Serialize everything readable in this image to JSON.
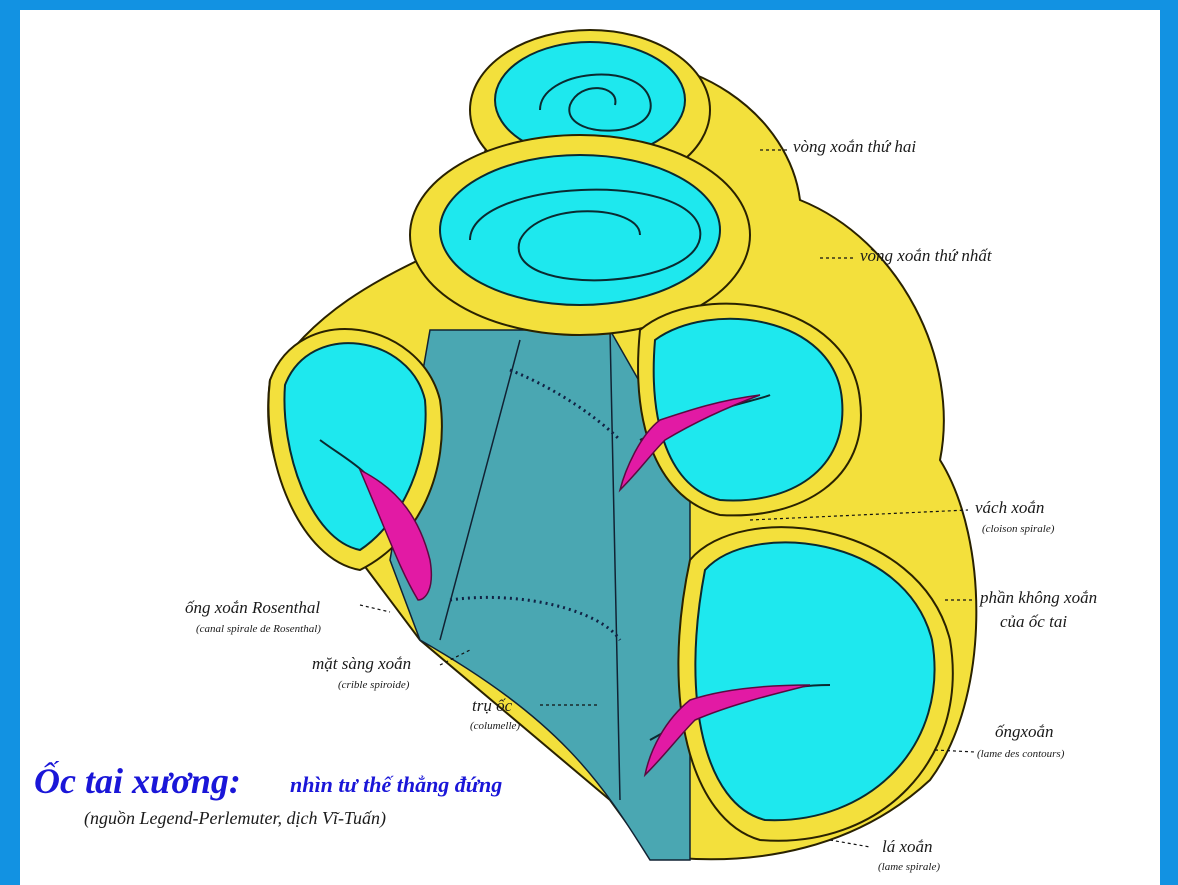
{
  "colors": {
    "frame": "#1292e2",
    "bone": "#f3e03c",
    "canal": "#1ee8ee",
    "columella": "#4aa7b2",
    "nerve": "#e21aa4",
    "title": "#1a16d8"
  },
  "title": {
    "main": "Ốc tai xương:",
    "rest": "nhìn tư thế thẳng đứng",
    "source": "(nguồn Legend-Perlemuter, dịch Vĩ-Tuấn)"
  },
  "labels": {
    "second_turn": "vòng xoắn thứ hai",
    "first_turn": "vòng xoắn thứ nhất",
    "septum": "vách xoắn",
    "septum_fr": "(cloison spirale)",
    "non_spiral_1": "phần không xoắn",
    "non_spiral_2": "của ốc tai",
    "spiral_canal": "ốngxoắn",
    "spiral_canal_fr": "(lame des contours)",
    "spiral_lamina": "lá xoắn",
    "spiral_lamina_fr": "(lame spirale)",
    "rosenthal": "ống xoắn Rosenthal",
    "rosenthal_fr": "(canal spirale de Rosenthal)",
    "cribriform": "mặt sàng xoắn",
    "cribriform_fr": "(crible spiroide)",
    "modiolus": "trụ ốc",
    "modiolus_fr": "(columelle)"
  }
}
